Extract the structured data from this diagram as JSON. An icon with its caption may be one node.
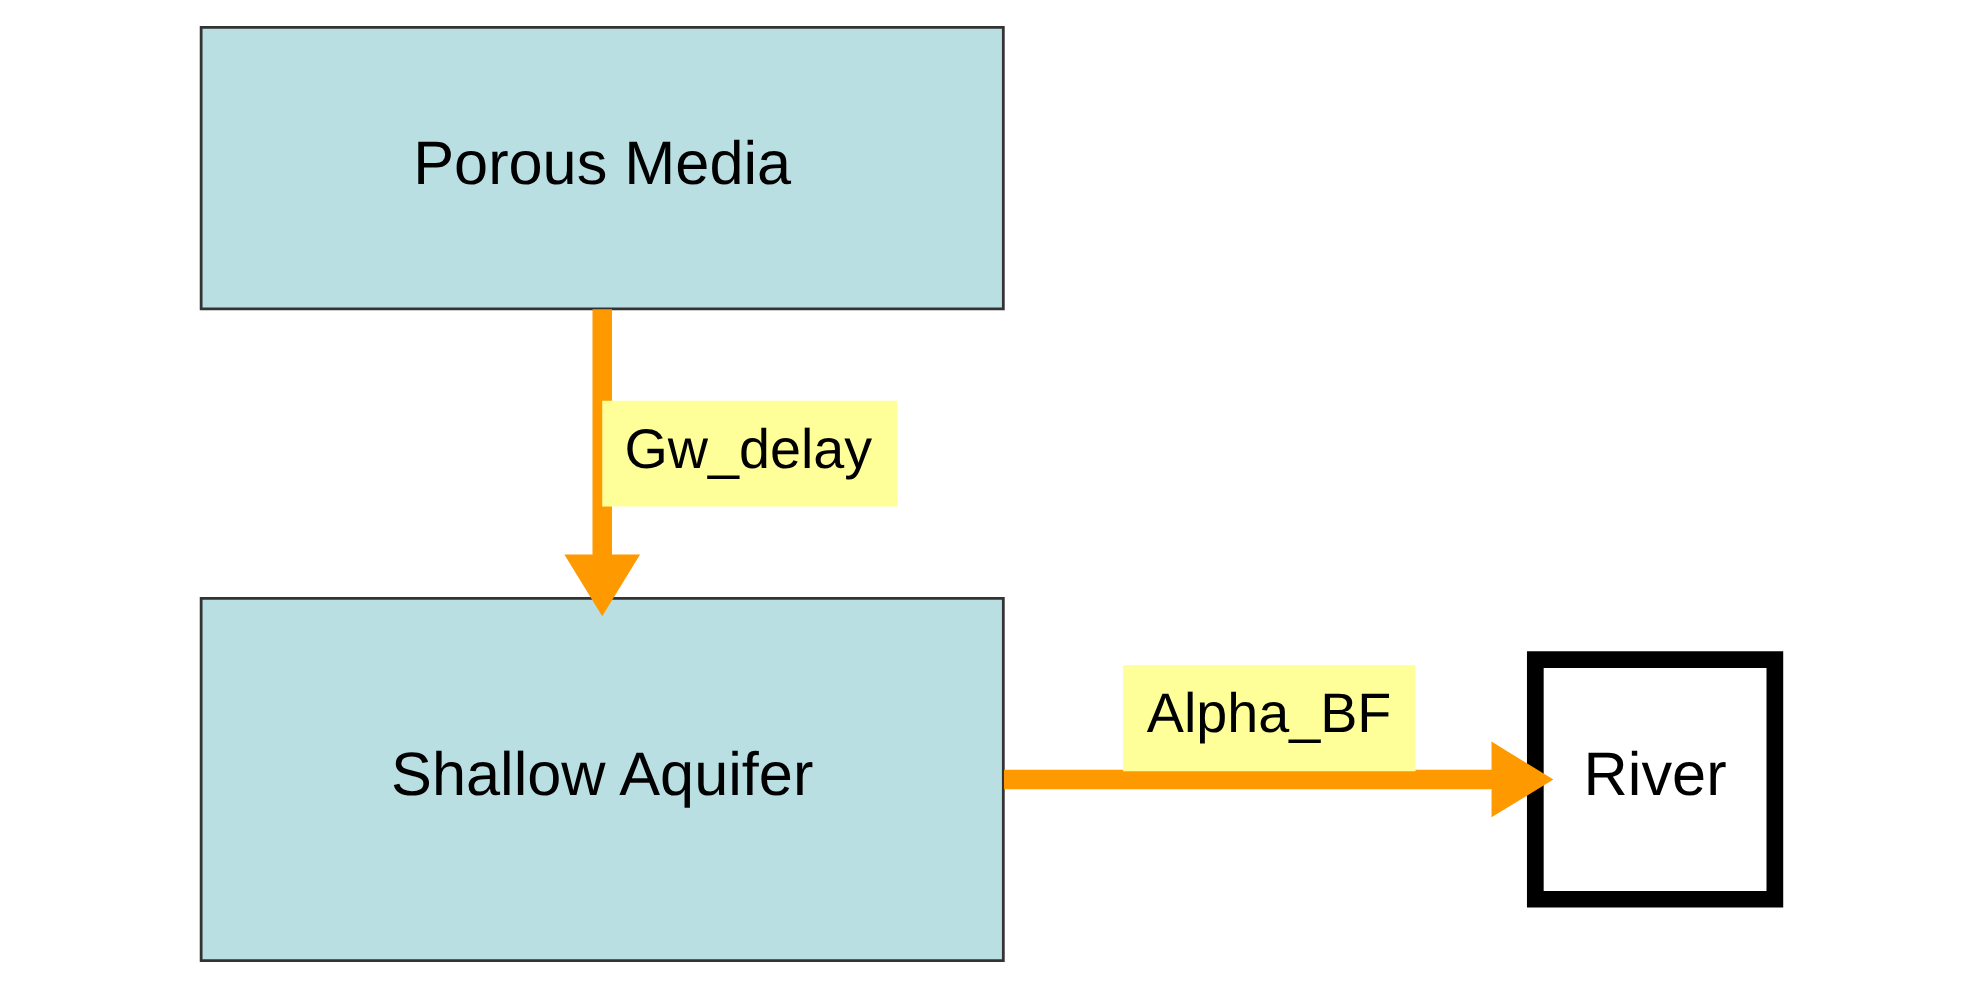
{
  "diagram": {
    "nodes": [
      {
        "text": [
          "Porous Media"
        ]
      },
      {
        "text": [
          "Shallow Aquifer"
        ]
      },
      {
        "text": [
          "River"
        ]
      }
    ],
    "edges": [
      {
        "from": 0,
        "to": 1,
        "arrow": "to",
        "label": "Gw_delay"
      },
      {
        "from": 1,
        "to": 2,
        "arrow": "to",
        "label": "Alpha_BF"
      }
    ]
  }
}
